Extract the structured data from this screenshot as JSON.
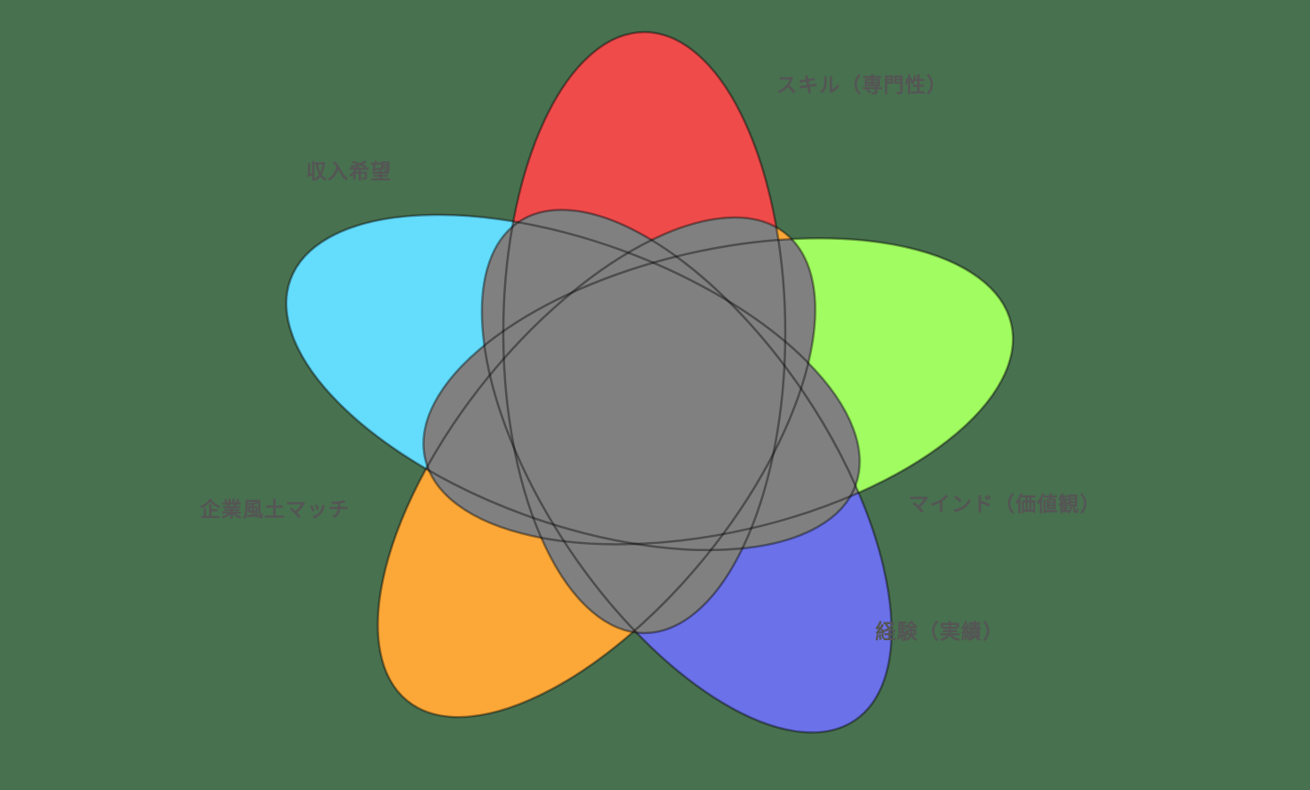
{
  "page": {
    "background_color": "#48714F"
  },
  "figure": {
    "overlap_color": "#808080",
    "outline_color": "rgba(0,0,0,0.40)",
    "label_color": "#555555"
  },
  "chart_data": {
    "type": "venn",
    "description": "Five-petal flower Venn diagram of job-matching factors; all pairwise overlaps merge into a central gray region",
    "sets": [
      {
        "id": "skill",
        "label": "スキル（専門性）",
        "color": "#F04B4B",
        "position": "top"
      },
      {
        "id": "mind",
        "label": "マインド（価値観）",
        "color": "#A0FC60",
        "position": "right"
      },
      {
        "id": "experience",
        "label": "経験（実績）",
        "color": "#6B71E9",
        "position": "bottom-right"
      },
      {
        "id": "culture",
        "label": "企業風土マッチ",
        "color": "#FCA838",
        "position": "bottom-left"
      },
      {
        "id": "income",
        "label": "収入希望",
        "color": "#64DCFC",
        "position": "top-left"
      }
    ]
  }
}
